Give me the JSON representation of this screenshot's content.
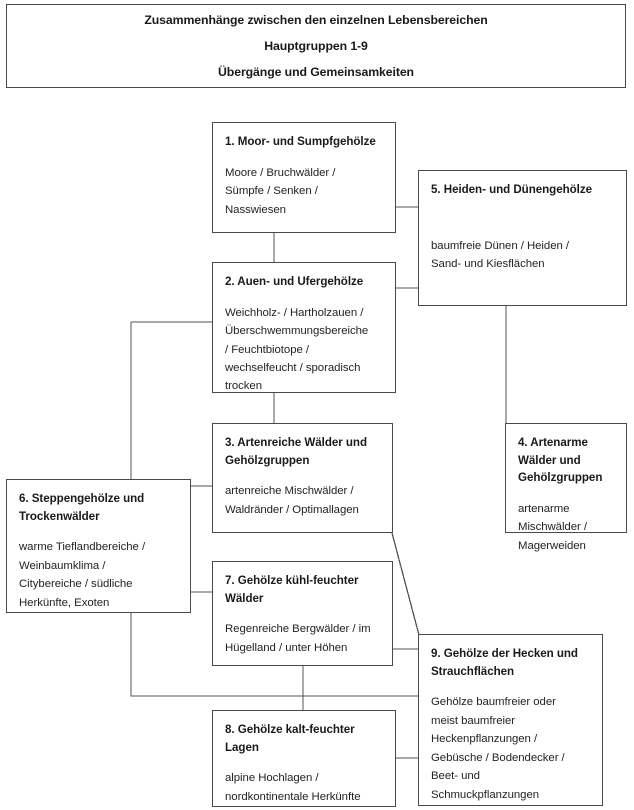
{
  "title": {
    "lines": [
      "Zusammenhänge zwischen den einzelnen Lebensbereichen",
      "Hauptgruppen 1-9",
      "Übergänge und Gemeinsamkeiten"
    ]
  },
  "colors": {
    "border": "#4a4a4a",
    "line": "#555555",
    "heading_text": "#1a1a1a",
    "body_text": "#232323",
    "background": "#ffffff"
  },
  "nodes": [
    {
      "id": "1",
      "heading": "1. Moor- und Sumpfgehölze",
      "body": "Moore / Bruchwälder /\nSümpfe / Senken /\nNasswiesen"
    },
    {
      "id": "2",
      "heading": "2. Auen- und Ufergehölze",
      "body": "Weichholz- / Hartholzauen /\nÜberschwemmungsbereiche\n/ Feuchtbiotope /\nwechselfeucht / sporadisch\ntrocken"
    },
    {
      "id": "3",
      "heading": "3. Artenreiche Wälder und Gehölzgruppen",
      "body": "artenreiche Mischwälder /\nWaldränder / Optimallagen"
    },
    {
      "id": "4",
      "heading": "4. Artenarme Wälder und Gehölzgruppen",
      "body": "artenarme Mischwälder /\nMagerweiden"
    },
    {
      "id": "5",
      "heading": "5. Heiden- und Dünengehölze",
      "body": "baumfreie Dünen / Heiden /\nSand- und Kiesflächen"
    },
    {
      "id": "6",
      "heading": "6. Steppengehölze und Trockenwälder",
      "body": "warme Tieflandbereiche /\nWeinbaumklima /\nCitybereiche / südliche\nHerkünfte, Exoten"
    },
    {
      "id": "7",
      "heading": "7. Gehölze kühl-feuchter Wälder",
      "body": "Regenreiche Bergwälder / im\nHügelland / unter Höhen"
    },
    {
      "id": "8",
      "heading": "8. Gehölze kalt-feuchter Lagen",
      "body": "alpine Hochlagen /\nnordkontinentale Herkünfte"
    },
    {
      "id": "9",
      "heading": "9. Gehölze der Hecken und Strauchflächen",
      "body": "Gehölze baumfreier oder\nmeist baumfreier\nHeckenpflanzungen /\nGebüsche / Bodendecker /\nBeet- und\nSchmuckpflanzungen"
    }
  ],
  "connections": [
    {
      "from": "1",
      "to": "2",
      "kind": "vertical"
    },
    {
      "from": "1",
      "to": "5",
      "kind": "orthogonal"
    },
    {
      "from": "2",
      "to": "5",
      "kind": "orthogonal"
    },
    {
      "from": "2",
      "to": "3",
      "kind": "vertical"
    },
    {
      "from": "2",
      "to": "6",
      "kind": "orthogonal"
    },
    {
      "from": "5",
      "to": "4",
      "kind": "vertical"
    },
    {
      "from": "3",
      "to": "6",
      "kind": "orthogonal"
    },
    {
      "from": "3",
      "to": "9",
      "kind": "diagonal"
    },
    {
      "from": "6",
      "to": "7",
      "kind": "orthogonal"
    },
    {
      "from": "6",
      "to": "9",
      "kind": "orthogonal"
    },
    {
      "from": "7",
      "to": "8",
      "kind": "vertical"
    },
    {
      "from": "7",
      "to": "9",
      "kind": "orthogonal"
    },
    {
      "from": "8",
      "to": "9",
      "kind": "orthogonal"
    }
  ]
}
